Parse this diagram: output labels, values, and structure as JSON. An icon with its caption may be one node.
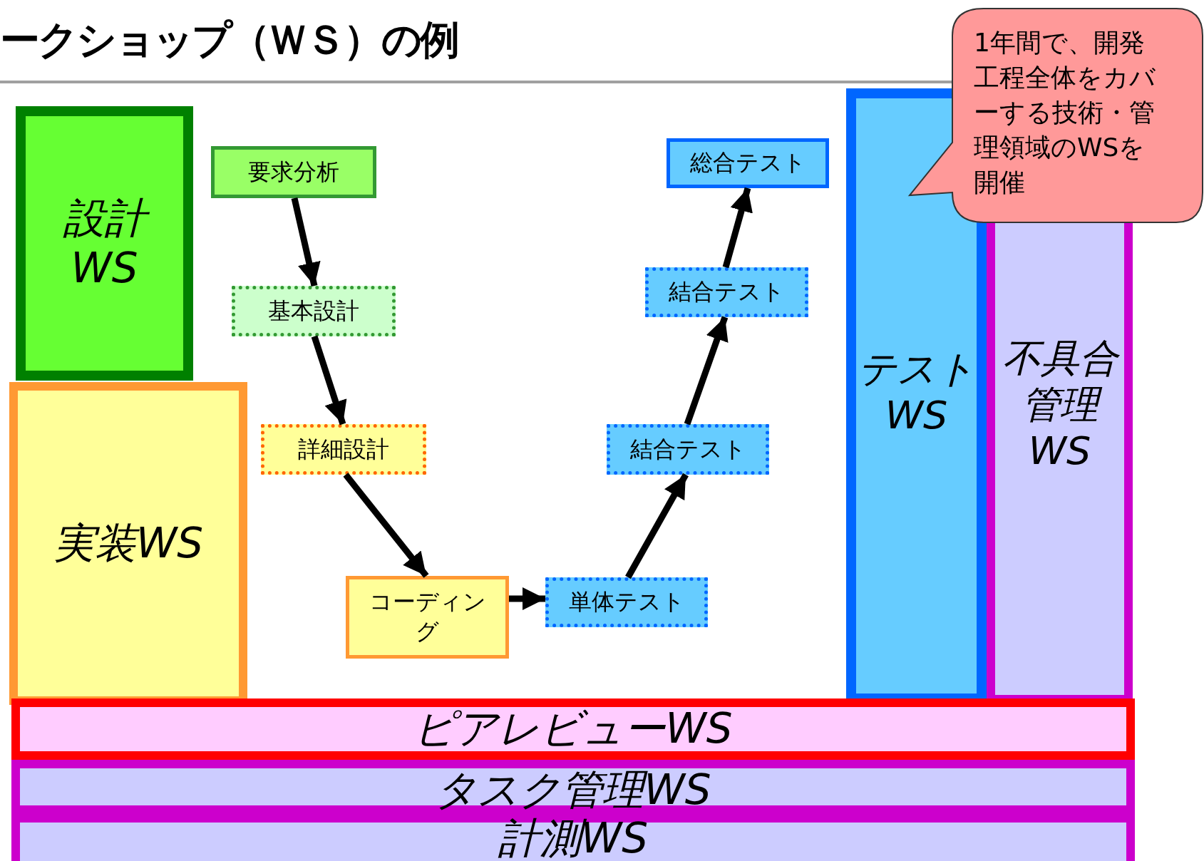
{
  "diagram": {
    "title": "ークショップ（ＷＳ）の例",
    "nodes": [
      {
        "text": [
          "設計WS"
        ]
      },
      {
        "text": [
          "実装WS"
        ]
      },
      {
        "text": [
          "要求分析"
        ]
      },
      {
        "text": [
          "基本設計"
        ]
      },
      {
        "text": [
          "詳細設計"
        ]
      },
      {
        "text": [
          "コーディング"
        ]
      },
      {
        "text": [
          "単体テスト"
        ]
      },
      {
        "text": [
          "結合テスト"
        ]
      },
      {
        "text": [
          "結合テスト"
        ]
      },
      {
        "text": [
          "総合テスト"
        ]
      },
      {
        "text": [
          "テストWS"
        ]
      },
      {
        "text": [
          "不具合管理WS"
        ]
      },
      {
        "text": [
          "ピアレビューWS"
        ]
      },
      {
        "text": [
          "タスク管理WS"
        ]
      },
      {
        "text": [
          "計測WS"
        ]
      },
      {
        "text": [
          "1年間で、開発工程全体をカバーする技術・管理領域のWSを開催"
        ]
      }
    ],
    "edges": [
      {
        "from": 2,
        "to": 3,
        "arrow": "to"
      },
      {
        "from": 3,
        "to": 4,
        "arrow": "to"
      },
      {
        "from": 4,
        "to": 5,
        "arrow": "to"
      },
      {
        "from": 5,
        "to": 6,
        "arrow": "to"
      },
      {
        "from": 6,
        "to": 7,
        "arrow": "to"
      },
      {
        "from": 7,
        "to": 8,
        "arrow": "to"
      },
      {
        "from": 8,
        "to": 9,
        "arrow": "to"
      }
    ]
  }
}
